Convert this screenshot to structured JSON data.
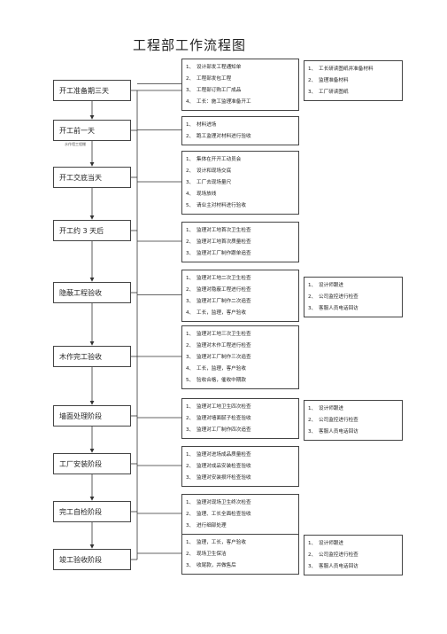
{
  "title": "工程部工作流程图",
  "stages": [
    {
      "label": "开工准备期三天",
      "note": ""
    },
    {
      "label": "开工前一天",
      "note": "水作墙工程棚"
    },
    {
      "label": "开工交底当天",
      "note": ""
    },
    {
      "label": "开工约   3 天后",
      "note": ""
    },
    {
      "label": "隐蔽工程验收",
      "note": ""
    },
    {
      "label": "木作完工验收",
      "note": ""
    },
    {
      "label": "墙面处理阶段",
      "note": ""
    },
    {
      "label": "工厂安装阶段",
      "note": ""
    },
    {
      "label": "完工自检阶段",
      "note": ""
    },
    {
      "label": "竣工验收阶段",
      "note": ""
    }
  ],
  "tasks": [
    [
      "设计部发工程通知单",
      "工程部发包工程",
      "工程部订购工厂成品",
      "工长：施工监理准备开工"
    ],
    [
      "材料进场",
      "跑工监理对材料进行验收"
    ],
    [
      "集体在开开工动员会",
      "设计和现场交底",
      "工厂去现场量尺",
      "现场放线",
      "请业主对材料进行验收"
    ],
    [
      "监理对工地首次卫生检查",
      "监理对工地首次质量检查",
      "监理对工厂制作跟单追查"
    ],
    [
      "监理对工地二次卫生检查",
      "监理对隐蔽工程进行检查",
      "监理对工厂制作二次追查",
      "工长，监理，客户验收"
    ],
    [
      "监理对工地三次卫生检查",
      "监理对木作工程进行检查",
      "监理对工厂制作三次追查",
      "工长，监理，客户验收",
      "验收合格，催收中期款"
    ],
    [
      "监理对工地卫生四次检查",
      "监理对墙面腻子检查验收",
      "监理对工厂制作四次追查"
    ],
    [
      "监理对进场成品质量检查",
      "监理对成品安装检查验收",
      "监理对安装损坏检查验收"
    ],
    [
      "监理对现场卫生终次检查",
      "监理、工长全面检查验收",
      "进行细部处理"
    ],
    [
      "监理，工长，客户验收",
      "现场卫生保洁",
      "收尾款，并做售后"
    ]
  ],
  "side_boxes": [
    {
      "stage": 0,
      "items": [
        "工长研读图纸并准备材料",
        "监理准备材料",
        "工厂研读图纸"
      ]
    },
    {
      "stage": 4,
      "items": [
        "设计师跟进",
        "公司监控进行检查",
        "客服人员电话回访"
      ]
    },
    {
      "stage": 6,
      "items": [
        "设计师跟进",
        "公司监控进行检查",
        "客服人员电话回访"
      ]
    },
    {
      "stage": 9,
      "items": [
        "设计师跟进",
        "公司监控进行检查",
        "客服人员电话回访"
      ]
    }
  ]
}
